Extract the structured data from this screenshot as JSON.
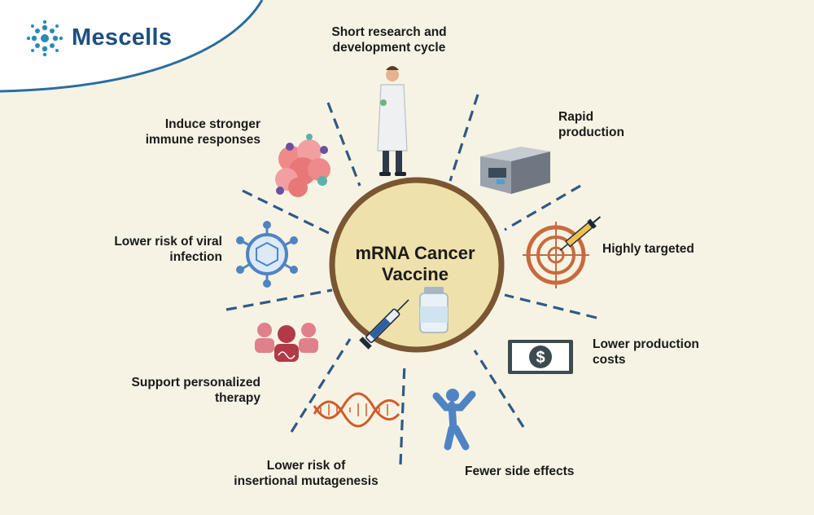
{
  "brand": {
    "name": "Mescells",
    "logo_icon": "cell-cluster-icon"
  },
  "center": {
    "title": "mRNA Cancer\nVaccine"
  },
  "benefits": [
    {
      "label": "Short research and\ndevelopment cycle",
      "icon": "scientist-icon"
    },
    {
      "label": "Rapid\nproduction",
      "icon": "production-machine-icon"
    },
    {
      "label": "Highly targeted",
      "icon": "target-syringe-icon"
    },
    {
      "label": "Lower production\ncosts",
      "icon": "dollar-bill-icon"
    },
    {
      "label": "Fewer side effects",
      "icon": "happy-person-icon"
    },
    {
      "label": "Lower risk of\ninsertional mutagenesis",
      "icon": "dna-strand-icon"
    },
    {
      "label": "Support  personalized\ntherapy",
      "icon": "people-dna-icon"
    },
    {
      "label": "Lower risk of viral\ninfection",
      "icon": "virus-icon"
    },
    {
      "label": "Induce stronger\nimmune responses",
      "icon": "immune-cells-icon"
    }
  ],
  "colors": {
    "background": "#f7f3e4",
    "brand_blue": "#1f4f7d",
    "circle_fill": "#efe1ac",
    "circle_ring": "#7a5632",
    "dash_blue": "#2f5a86",
    "target_orange": "#c86a3e"
  }
}
